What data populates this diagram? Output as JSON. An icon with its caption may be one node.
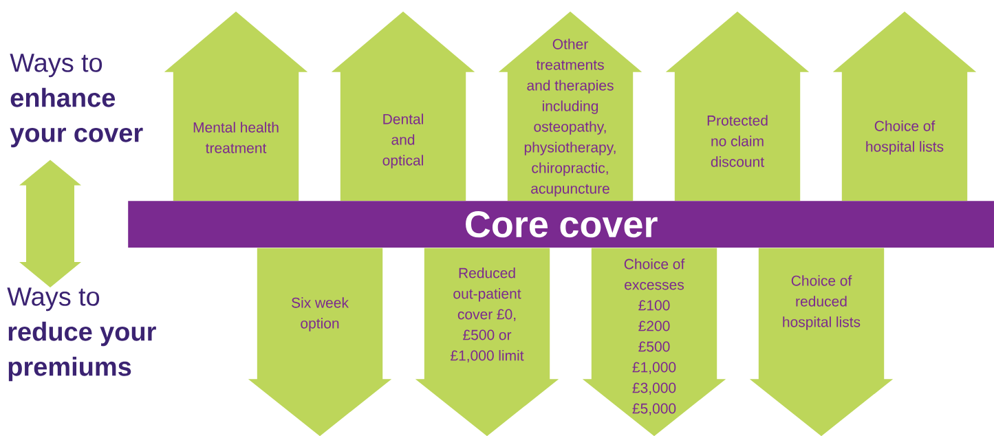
{
  "diagram": {
    "nodes": [
      {
        "text": [
          "Ways to **enhance your cover**"
        ]
      },
      {
        "text": [
          "Ways to **reduce your premiums**"
        ]
      },
      {
        "text": [
          "Core cover"
        ]
      },
      {
        "text": [
          "Mental health treatment"
        ]
      },
      {
        "text": [
          "Dental and optical"
        ]
      },
      {
        "text": [
          "Other treatments and therapies including osteopathy, physiotherapy, chiropractic, acupuncture"
        ]
      },
      {
        "text": [
          "Protected no claim discount"
        ]
      },
      {
        "text": [
          "Choice of hospital lists"
        ]
      },
      {
        "text": [
          "Six week option"
        ]
      },
      {
        "text": [
          "Reduced out-patient cover £0, £500 or £1,000 limit"
        ]
      },
      {
        "text": [
          "Choice of excesses £100 £200 £500 £1,000 £3,000 £5,000"
        ]
      },
      {
        "text": [
          "Choice of reduced hospital lists"
        ]
      }
    ],
    "edges": [
      {
        "from": 0,
        "to": 1,
        "arrow": "both"
      },
      {
        "from": 2,
        "to": 3,
        "arrow": "to"
      },
      {
        "from": 2,
        "to": 4,
        "arrow": "to"
      },
      {
        "from": 2,
        "to": 5,
        "arrow": "to"
      },
      {
        "from": 2,
        "to": 6,
        "arrow": "to"
      },
      {
        "from": 2,
        "to": 7,
        "arrow": "to"
      },
      {
        "from": 2,
        "to": 8,
        "arrow": "to"
      },
      {
        "from": 2,
        "to": 9,
        "arrow": "to"
      },
      {
        "from": 2,
        "to": 10,
        "arrow": "to"
      },
      {
        "from": 2,
        "to": 11,
        "arrow": "to"
      }
    ]
  }
}
